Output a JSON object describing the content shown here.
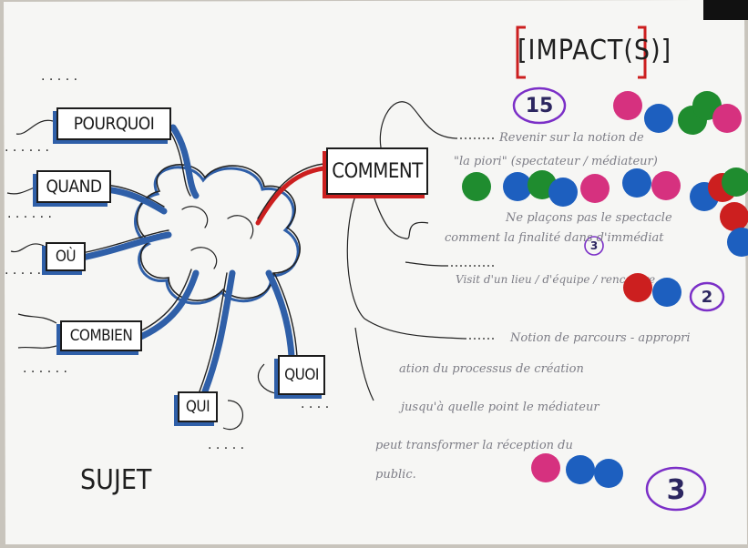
{
  "sujet": "SUJET",
  "questions": {
    "pourquoi": "POURQUOI",
    "quand": "QUAND",
    "ou": "OÙ",
    "combien": "COMBIEN",
    "qui": "QUI",
    "quoi": "QUOI",
    "comment": "COMMENT"
  },
  "impact_title": "[IMPACT(S)]",
  "total": "15",
  "notes": [
    "Revenir sur la notion de",
    "\"la piori\" (spectateur / médiateur)",
    "Ne plaçons pas le spectacle",
    "comment la finalité dans d'immédiat",
    "Visit d'un lieu / d'équipe / rencontre",
    "Notion de parcours - appropri",
    "ation du processus de création",
    "jusqu'à quelle point le médiateur",
    "peut transformer la réception du",
    "public."
  ],
  "counts": {
    "mid": "3",
    "second": "2",
    "third": "3"
  },
  "colors": {
    "pink": "#d6317f",
    "blue": "#1d5fbf",
    "green": "#1f8c2f",
    "red": "#cc1f1f",
    "purple": "#7b2fc7",
    "outline_blue": "#2f5fa8"
  }
}
